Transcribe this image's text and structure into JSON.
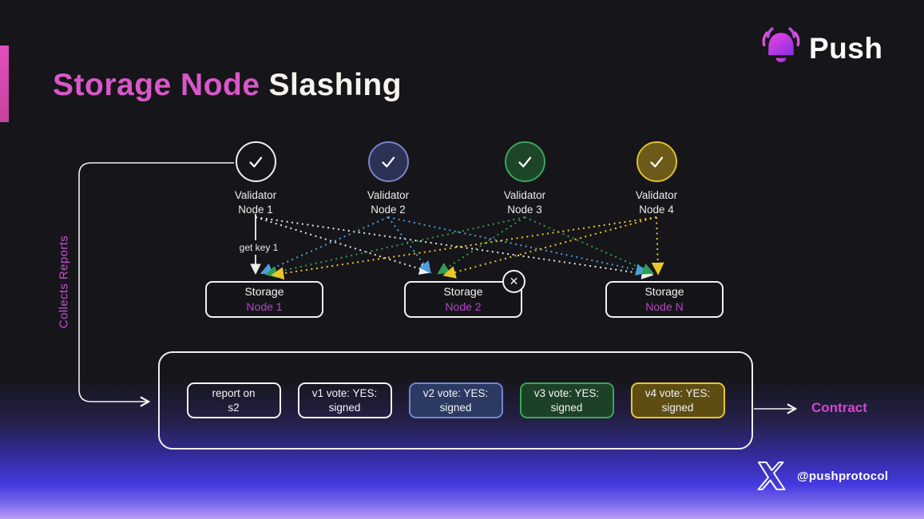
{
  "title": {
    "highlight": "Storage Node",
    "rest": "Slashing"
  },
  "brand": {
    "name": "Push"
  },
  "footer": {
    "handle": "@pushprotocol"
  },
  "side_label": "Collects Reports",
  "edge_label": "get key 1",
  "contract_label": "Contract",
  "flag_symbol": "✕",
  "validators": [
    {
      "line1": "Validator",
      "line2": "Node 1",
      "color": "#f0f0f0"
    },
    {
      "line1": "Validator",
      "line2": "Node 2",
      "color": "#3f9cd6"
    },
    {
      "line1": "Validator",
      "line2": "Node 3",
      "color": "#2f9e50"
    },
    {
      "line1": "Validator",
      "line2": "Node 4",
      "color": "#e2c52d"
    }
  ],
  "storage_nodes": [
    {
      "line1": "Storage",
      "line2": "Node 1",
      "flagged": false
    },
    {
      "line1": "Storage",
      "line2": "Node 2",
      "flagged": true
    },
    {
      "line1": "Storage",
      "line2": "Node N",
      "flagged": false
    }
  ],
  "votes": [
    {
      "line1": "report on",
      "line2": "s2",
      "style": "plain"
    },
    {
      "line1": "v1 vote: YES:",
      "line2": "signed",
      "style": "plain"
    },
    {
      "line1": "v2 vote: YES:",
      "line2": "signed",
      "style": "blue"
    },
    {
      "line1": "v3 vote: YES:",
      "line2": "signed",
      "style": "green"
    },
    {
      "line1": "v4 vote: YES:",
      "line2": "signed",
      "style": "yellow"
    }
  ],
  "connections": [
    {
      "from": "validator-1",
      "to": "storage-1",
      "style": "solid",
      "label": "get key 1"
    },
    {
      "from": "validator-1",
      "to": "storage-2",
      "style": "dotted"
    },
    {
      "from": "validator-1",
      "to": "storage-n",
      "style": "dotted"
    },
    {
      "from": "validator-2",
      "to": "storage-1",
      "style": "dotted"
    },
    {
      "from": "validator-2",
      "to": "storage-2",
      "style": "dotted"
    },
    {
      "from": "validator-2",
      "to": "storage-n",
      "style": "dotted"
    },
    {
      "from": "validator-3",
      "to": "storage-1",
      "style": "dotted"
    },
    {
      "from": "validator-3",
      "to": "storage-2",
      "style": "dotted"
    },
    {
      "from": "validator-3",
      "to": "storage-n",
      "style": "dotted"
    },
    {
      "from": "validator-4",
      "to": "storage-1",
      "style": "dotted"
    },
    {
      "from": "validator-4",
      "to": "storage-2",
      "style": "dotted"
    },
    {
      "from": "validator-4",
      "to": "storage-n",
      "style": "dotted"
    },
    {
      "from": "validator-1",
      "to": "report-panel",
      "style": "solid",
      "label": "Collects Reports"
    },
    {
      "from": "report-panel",
      "to": "contract",
      "style": "solid"
    }
  ],
  "colors": {
    "background": "#161519",
    "accent_pink": "#d957c9",
    "magenta_text": "#bc40ca",
    "validator_1": "#f0f0f0",
    "validator_2": "#3f9cd6",
    "validator_3": "#2f9e50",
    "validator_4": "#e2c52d",
    "glow_purple": "#443ae0"
  }
}
